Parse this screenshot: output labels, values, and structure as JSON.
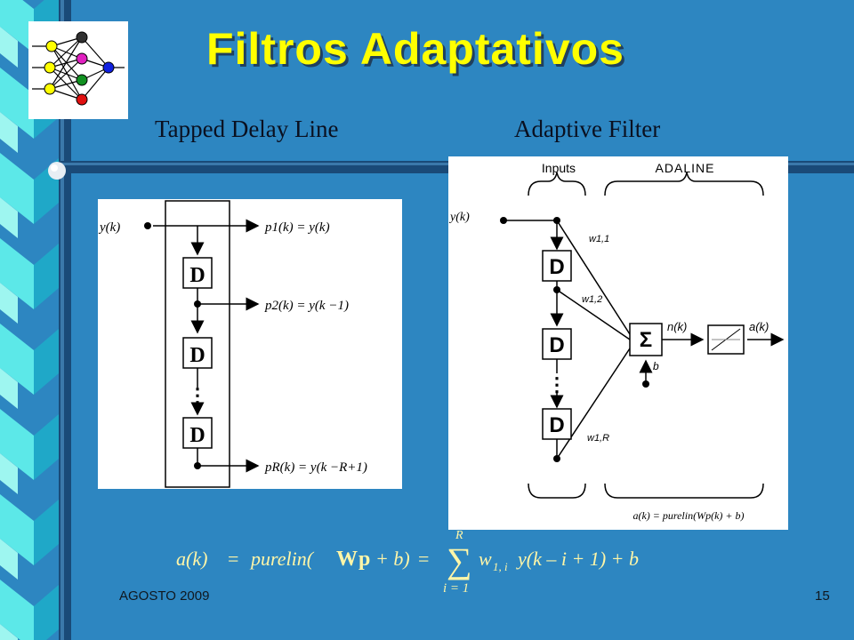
{
  "slide": {
    "title": "Filtros Adaptativos",
    "left_caption": "Tapped Delay Line",
    "right_caption": "Adaptive Filter",
    "footer_left": "AGOSTO 2009",
    "page_number": "15",
    "logo_icon": "neural-network-icon"
  },
  "tdl": {
    "input": "y(k)",
    "delay": "D",
    "ellipsis": "⋮",
    "outputs": [
      "p1(k) = y(k)",
      "p2(k) = y(k −1)",
      "pR(k) = y(k −R+1)"
    ]
  },
  "adaline": {
    "inputs_label": "Inputs",
    "block_label": "ADALINE",
    "input": "y(k)",
    "delay": "D",
    "ellipsis": "⋮",
    "weights": [
      "w1,1",
      "w1,2",
      "w1,R"
    ],
    "sum": "Σ",
    "bias": "b",
    "n": "n(k)",
    "a": "a(k)",
    "caption": "a(k) = purelin(Wp(k) + b)"
  },
  "formula": {
    "lhs": "a(k)",
    "eq1": "=",
    "mid": "purelin(",
    "W": "W",
    "p": "p",
    "plus_b": "+ b)",
    "eq2": "=",
    "sigma": "∑",
    "upper": "R",
    "lower": "i = 1",
    "w": "w",
    "w_sub": "1, i",
    "rest": "y(k – i + 1) + b"
  },
  "colors": {
    "background": "#2d86c1",
    "title": "#ffff00",
    "formula": "#fff6a8",
    "stripe_light": "#5ce8e8",
    "stripe_dark": "#1fa8c8"
  }
}
